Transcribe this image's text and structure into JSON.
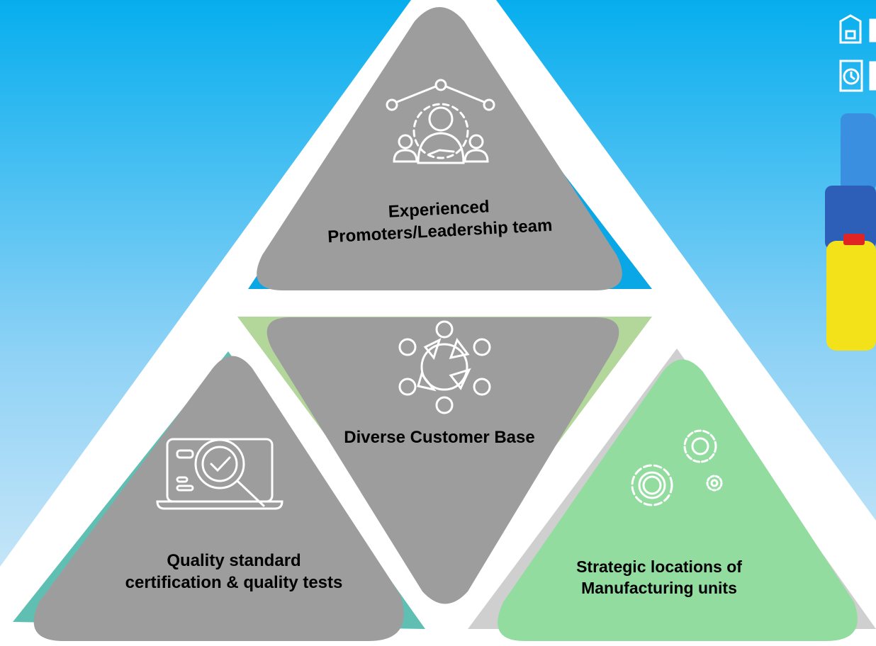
{
  "pillars": {
    "top": {
      "label": "Experienced Promoters/Leadership team",
      "icon": "leadership-team-icon"
    },
    "middle": {
      "label": "Diverse Customer Base",
      "icon": "customer-network-icon"
    },
    "left": {
      "label": "Quality standard certification & quality tests",
      "icon": "quality-check-laptop-icon"
    },
    "right": {
      "label": "Strategic locations of Manufacturing units",
      "icon": "gears-icon"
    }
  },
  "colors": {
    "sky_top": "#06aeee",
    "sky_bottom": "#d6ecf8",
    "triangle_fill": "#9d9d9d",
    "top_shadow": "#0aa7e6",
    "mid_shadow": "#b3d69a",
    "left_shadow": "#5fbfb3",
    "right_shadow": "#cfcfcf",
    "right_fill": "#93dc9f",
    "white_frame": "#ffffff"
  }
}
